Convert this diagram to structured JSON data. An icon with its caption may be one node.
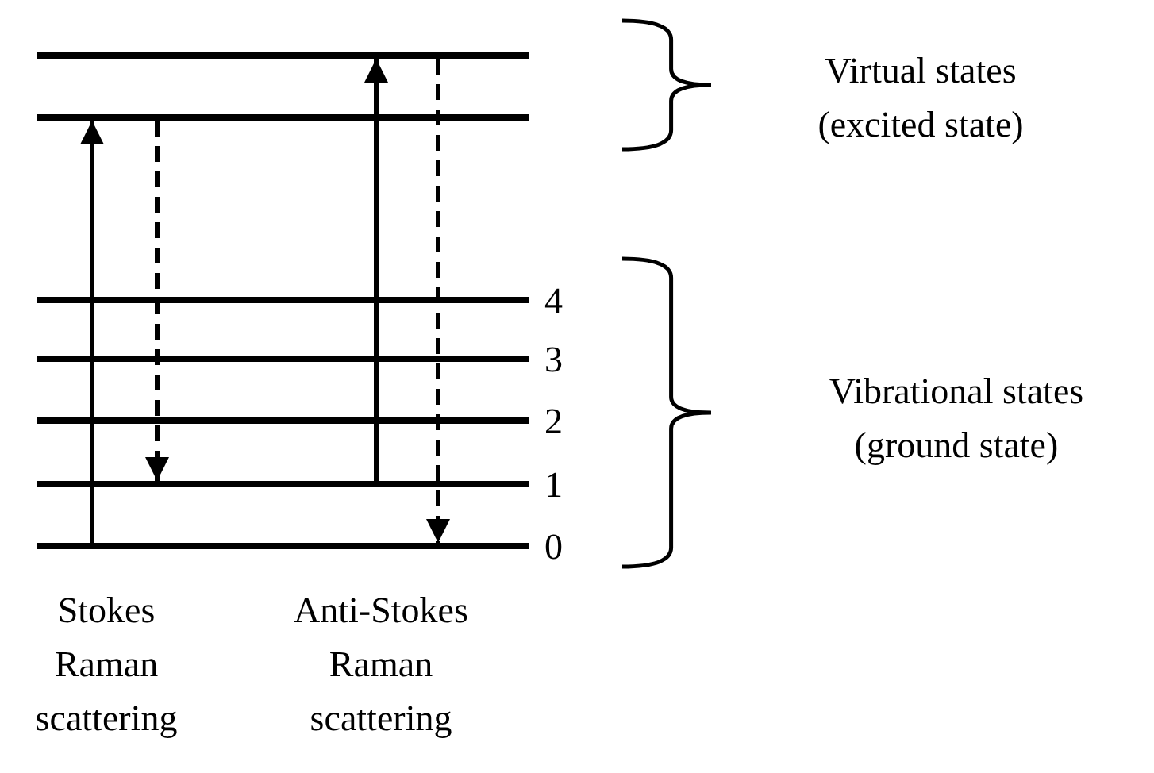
{
  "diagram": {
    "nodes": [
      {
        "text": [],
        "shape": "bar"
      },
      {
        "text": [],
        "shape": "bar"
      },
      {
        "text": [],
        "shape": "bar",
        "beside": [
          "4"
        ]
      },
      {
        "text": [],
        "shape": "bar",
        "beside": [
          "3"
        ]
      },
      {
        "text": [],
        "shape": "bar",
        "beside": [
          "2"
        ]
      },
      {
        "text": [],
        "shape": "bar",
        "beside": [
          "1"
        ]
      },
      {
        "text": [],
        "shape": "bar",
        "beside": [
          "0"
        ]
      }
    ],
    "edges": [
      {
        "from": 6,
        "to": 1,
        "arrow": "to"
      },
      {
        "from": 1,
        "to": 5,
        "arrow": "to",
        "style": "dashed"
      },
      {
        "from": 5,
        "to": 0,
        "arrow": "to"
      },
      {
        "from": 0,
        "to": 6,
        "arrow": "to",
        "style": "dashed"
      }
    ],
    "labels": [
      "Virtual states (excited state)",
      "Vibrational states (ground state)",
      "Stokes Raman scattering",
      "Anti-Stokes Raman scattering"
    ]
  }
}
